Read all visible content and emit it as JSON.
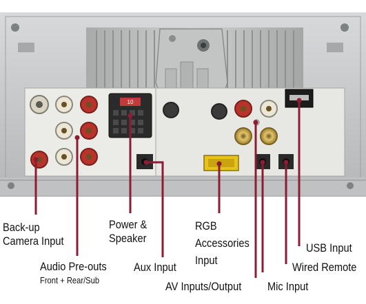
{
  "labels": {
    "backup_camera_l1": "Back-up",
    "backup_camera_l2": "Camera Input",
    "audio_preouts": "Audio Pre-outs",
    "audio_preouts_sub": "Front + Rear/Sub",
    "power_l1": "Power  &",
    "power_l2": "Speaker",
    "aux_input": "Aux Input",
    "rgb_l1": "RGB",
    "rgb_l2": "Accessories",
    "rgb_l3": "Input",
    "av_inputs": "AV Inputs/Output",
    "mic_input": "Mic Input",
    "usb_input": "USB Input",
    "wired_remote": "Wired Remote"
  },
  "photo_text": {
    "fuse": "10"
  },
  "colors": {
    "leader_line": "#8c1c32",
    "chassis": "#c8cacb",
    "panel": "#e9e9e6",
    "heatsink": "#b9bbbb",
    "rca_red": "#b8332b",
    "rca_white": "#ece6d6",
    "rca_gold": "#c9a64a",
    "rgb_connector": "#e6c21a"
  }
}
